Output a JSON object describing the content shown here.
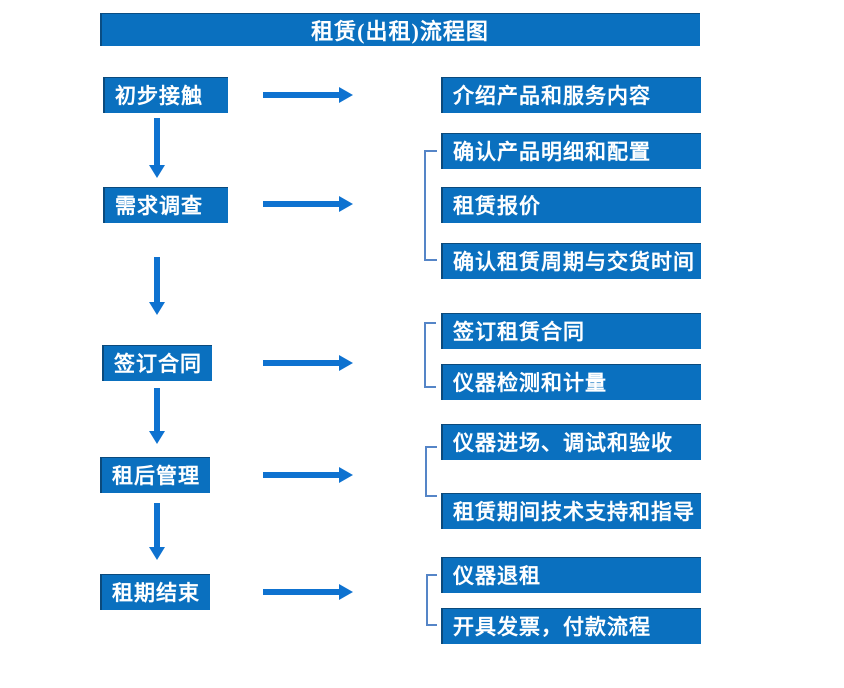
{
  "title": "租赁(出租)流程图",
  "colors": {
    "box_fill": "#0a70bf",
    "arrow": "#0e72d0",
    "bracket": "#5585c7",
    "text": "#ffffff",
    "background": "#ffffff"
  },
  "stages": [
    {
      "label": "初步接触",
      "details": [
        "介绍产品和服务内容"
      ]
    },
    {
      "label": "需求调查",
      "details": [
        "确认产品明细和配置",
        "租赁报价",
        "确认租赁周期与交货时间"
      ]
    },
    {
      "label": "签订合同",
      "details": [
        "签订租赁合同",
        "仪器检测和计量"
      ]
    },
    {
      "label": "租后管理",
      "details": [
        "仪器进场、调试和验收",
        "租赁期间技术支持和指导"
      ]
    },
    {
      "label": "租期结束",
      "details": [
        "仪器退租",
        "开具发票，付款流程"
      ]
    }
  ]
}
